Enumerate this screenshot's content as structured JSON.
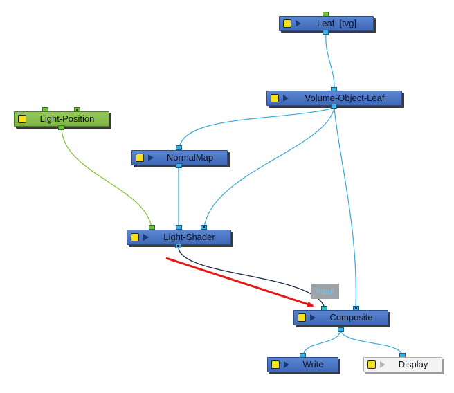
{
  "nodes": {
    "leaf": {
      "label": "Leaf  [tvg]"
    },
    "volume_object_leaf": {
      "label": "Volume-Object-Leaf"
    },
    "light_position": {
      "label": "Light-Position"
    },
    "normal_map": {
      "label": "NormalMap"
    },
    "light_shader": {
      "label": "Light-Shader"
    },
    "composite": {
      "label": "Composite"
    },
    "write": {
      "label": "Write"
    },
    "display": {
      "label": "Display"
    }
  },
  "tooltip": {
    "text": "Input"
  },
  "colors": {
    "node_blue": "#4a77c4",
    "node_green": "#8bc34a",
    "node_white": "#f4f4f4",
    "wire_cyan": "#36a9d6",
    "wire_green": "#7fbf2a",
    "wire_selected": "#1c2a4a",
    "arrow_red": "#e81717",
    "port_blue": "#39b3e6",
    "port_green": "#6cc23d"
  }
}
